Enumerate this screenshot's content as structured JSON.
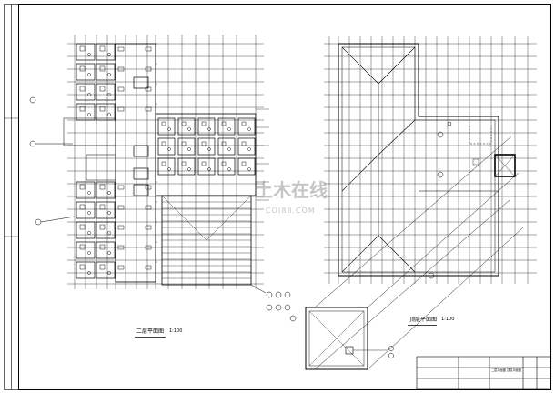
{
  "drawing": {
    "left_plan_title": "二层平面图",
    "left_plan_scale": "1:100",
    "right_plan_title": "顶层平面图",
    "right_plan_scale": "1:100"
  },
  "watermark": {
    "main_text": "土木在线",
    "sub_text": "COI88.COM"
  },
  "title_block": {
    "drawing_names": "二层平面图 顶层平面图"
  },
  "colors": {
    "line": "#000000",
    "watermark": "#999999",
    "background": "#ffffff"
  }
}
